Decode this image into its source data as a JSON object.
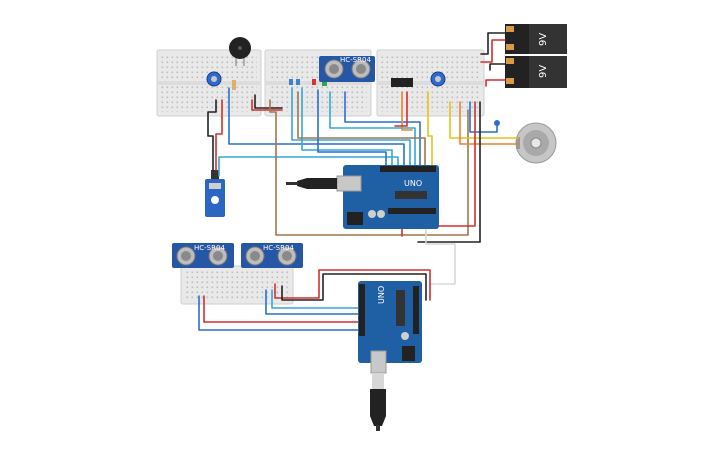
{
  "battery_top": {
    "label": "9V"
  },
  "battery_bottom": {
    "label": "9V"
  },
  "ultrasonic_left": {
    "label": "HC-SR04"
  },
  "ultrasonic_right": {
    "label": "HC-SR04"
  },
  "ultrasonic_top": {
    "label": "HC-SR04"
  },
  "arduino_top": {
    "brand": "UNO"
  },
  "arduino_bottom": {
    "brand": "UNO"
  },
  "colors": {
    "breadboard": "#e9e9e9",
    "arduino": "#1f5fa3",
    "wire_red": "#d32f2f",
    "wire_black": "#222222",
    "wire_blue": "#2a6fd1",
    "wire_cyan": "#35a7d6",
    "wire_brown": "#a0774a",
    "wire_yellow": "#e7c21a",
    "wire_orange": "#e8862b",
    "wire_white": "#f5f5f5"
  },
  "icons": [
    "buzzer-icon",
    "potentiometer-icon",
    "servo-icon",
    "motor-icon",
    "usb-cable-icon"
  ]
}
